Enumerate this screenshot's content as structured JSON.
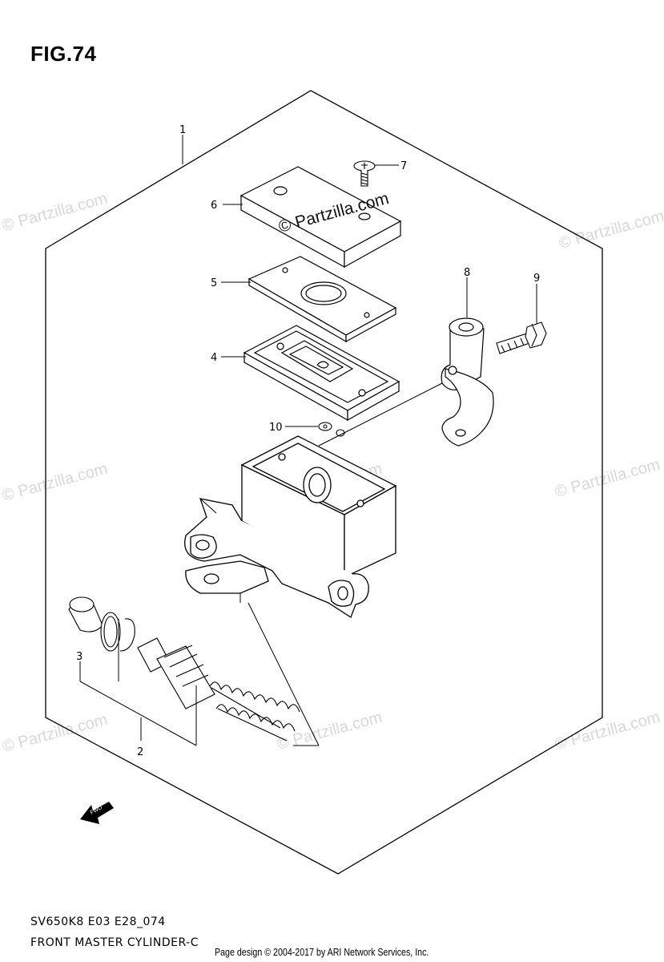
{
  "figure": {
    "title": "FIG.74"
  },
  "callouts": {
    "c1": "1",
    "c2": "2",
    "c3": "3",
    "c4": "4",
    "c5": "5",
    "c6": "6",
    "c7": "7",
    "c8": "8",
    "c9": "9",
    "c10": "10"
  },
  "watermarks": {
    "main": "© Partzilla.com",
    "faint": "© Partzilla.com"
  },
  "direction_arrow": {
    "label": "FWD"
  },
  "footer": {
    "model_code": "SV650K8 E03 E28_074",
    "part_name": "FRONT MASTER CYLINDER-C",
    "credit": "Page design © 2004-2017 by ARI Network Services, Inc."
  },
  "colors": {
    "line": "#000000",
    "watermark": "#d8d8d8",
    "background": "#ffffff"
  }
}
